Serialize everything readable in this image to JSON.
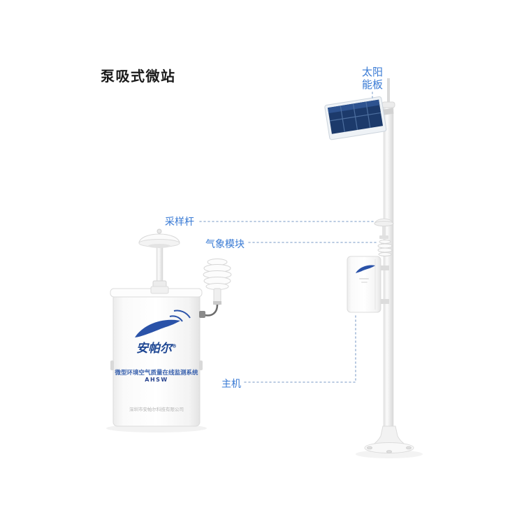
{
  "title": "泵吸式微站",
  "callouts": {
    "solar_panel": "太阳能板",
    "sampling_rod": "采样杆",
    "weather_module": "气象模块",
    "main_unit": "主机"
  },
  "cabinet": {
    "brand": "安帕尔",
    "reg_mark": "®",
    "product_name": "微型环境空气质量在线监测系统",
    "model": "AHSW",
    "fine_print": "深圳市安帕尔科技有限公司"
  },
  "colors": {
    "background": "#ffffff",
    "callout_blue": "#3779d4",
    "brand_blue": "#2a52a8",
    "panel_navy": "#1c3a6b",
    "dotted_line": "#a4bad8"
  }
}
